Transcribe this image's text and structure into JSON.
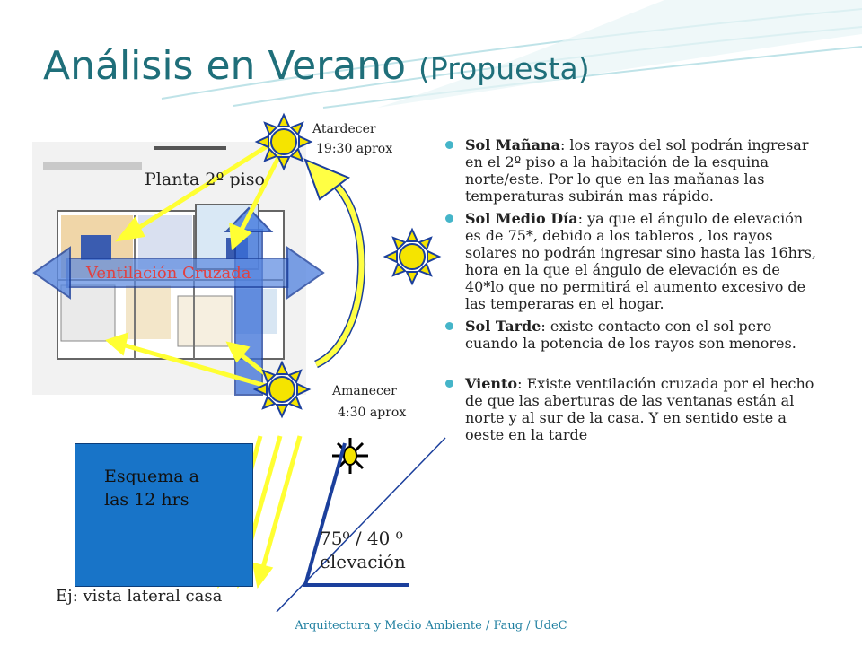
{
  "title": {
    "main": "Análisis en Verano",
    "sub": "(Propuesta)"
  },
  "labels": {
    "atardecer": "Atardecer",
    "atardecer_time": "19:30 aprox",
    "amanecer": "Amanecer",
    "amanecer_time": "4:30 aprox",
    "planta": "Planta 2º piso",
    "ventilacion": "Ventilación Cruzada",
    "esquema_line1": "Esquema a",
    "esquema_line2": "las 12 hrs",
    "vista_lateral": "Ej: vista lateral casa",
    "angulos": "75⁰ / 40 ⁰",
    "elevacion": "elevación"
  },
  "bullets": [
    {
      "term": "Sol Mañana",
      "text": ": los rayos del sol podrán ingresar en el 2º piso  a la habitación de la esquina norte/este.  Por lo que en las mañanas las temperaturas subirán mas rápido."
    },
    {
      "term": "Sol Medio Día",
      "text": ": ya que el ángulo de elevación es de 75*, debido a los tableros , los rayos solares no podrán ingresar sino hasta las 16hrs, hora en la que el ángulo de elevación es de 40*lo que no permitirá el aumento excesivo de las temperaras en el hogar."
    },
    {
      "term": "Sol Tarde",
      "text": ": existe contacto con el sol pero cuando la potencia de los rayos son menores."
    },
    {
      "term": "Viento",
      "text": ": Existe ventilación cruzada por el hecho de que las aberturas de las ventanas están al norte y al sur de la casa. Y en sentido este a oeste  en la tarde"
    }
  ],
  "footer": "Arquitectura y Medio Ambiente / Faug / UdeC",
  "icons": [
    "sun-icon",
    "arrow-icon",
    "floor-plan-icon"
  ],
  "colors": {
    "title": "#1f6f7a",
    "sun": "#f5e400",
    "ray": "#ffff33",
    "house": "#1874c8",
    "accent": "#45b5c9",
    "vent_text": "#e04040"
  }
}
